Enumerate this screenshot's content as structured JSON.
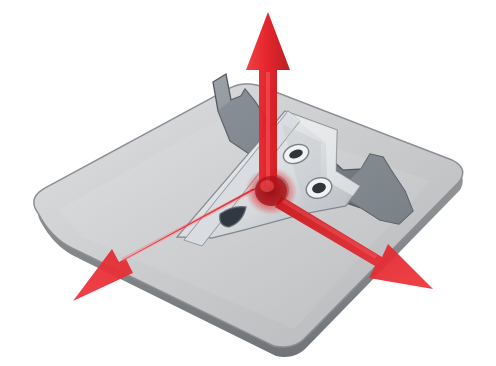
{
  "colors": {
    "background": "#ffffff",
    "plate_top": "#c9c9cb",
    "plate_edge": "#8d8f92",
    "bracket_light": "#f1f1f1",
    "bracket_mid": "#bfc3c7",
    "bracket_dark": "#6f7478",
    "arrow": "#e51d24",
    "arrow_highlight": "#ff5b5f"
  },
  "scene": {
    "description_visible_text": "",
    "arrows": [
      {
        "name": "up-arrow"
      },
      {
        "name": "left-arrow"
      },
      {
        "name": "right-arrow"
      }
    ]
  }
}
